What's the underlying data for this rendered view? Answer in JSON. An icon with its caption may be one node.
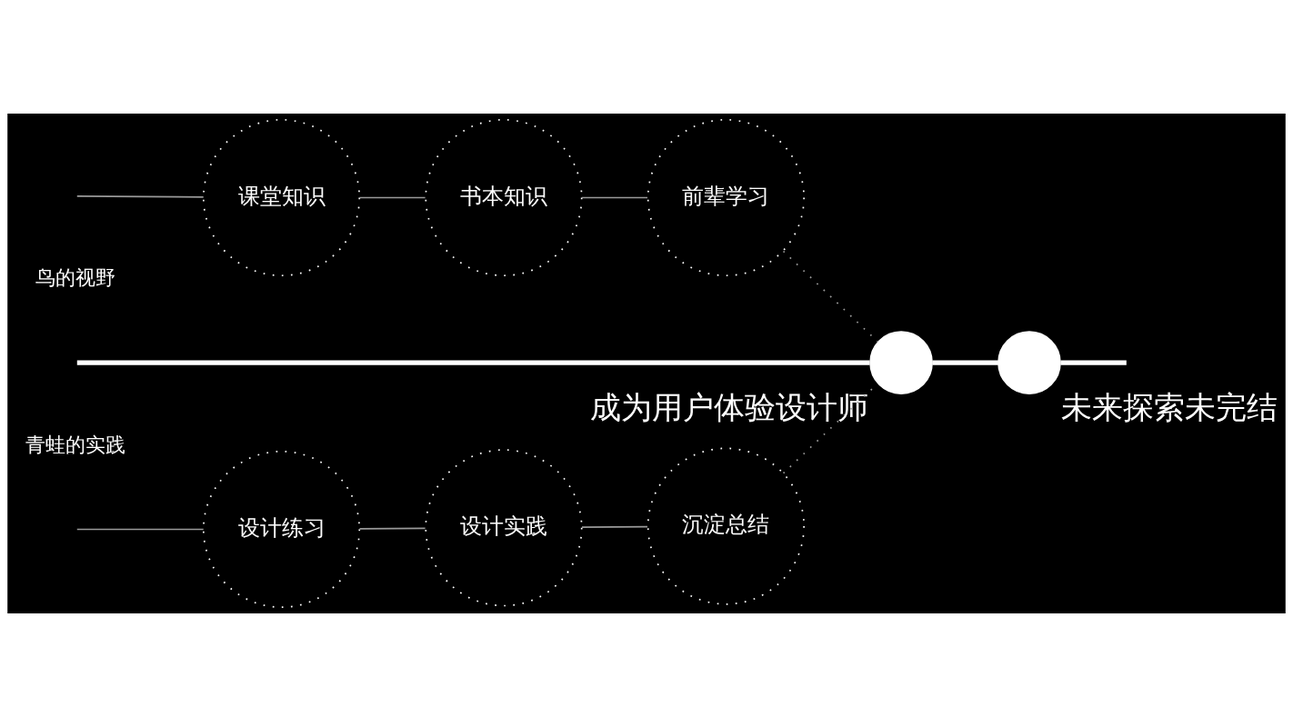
{
  "diagram": {
    "nodes": [
      {
        "text": [
          "课堂知识"
        ]
      },
      {
        "text": [
          "书本知识"
        ]
      },
      {
        "text": [
          "前辈学习"
        ]
      },
      {
        "text": [],
        "shape": "circle",
        "beside": [
          "成为用户体验设计师"
        ]
      },
      {
        "text": [],
        "shape": "circle",
        "beside": [
          "未来探索未完结"
        ]
      },
      {
        "text": [
          "沉淀总结"
        ]
      },
      {
        "text": [
          "设计实践"
        ]
      },
      {
        "text": [
          "设计练习"
        ]
      }
    ],
    "edges": [
      {
        "from": null,
        "to": 0,
        "arrow": "none"
      },
      {
        "from": 0,
        "to": 1,
        "arrow": "none"
      },
      {
        "from": 1,
        "to": 2,
        "arrow": "none"
      },
      {
        "from": 2,
        "to": 3,
        "arrow": "none",
        "style": "dashed"
      },
      {
        "from": null,
        "to": 3,
        "arrow": "none",
        "style": "thick",
        "color": "#ffffff"
      },
      {
        "from": 3,
        "to": 4,
        "arrow": "none",
        "style": "thick",
        "color": "#ffffff"
      },
      {
        "from": 4,
        "to": null,
        "arrow": "none",
        "style": "thick",
        "color": "#ffffff"
      },
      {
        "from": null,
        "to": 7,
        "arrow": "none"
      },
      {
        "from": 7,
        "to": 6,
        "arrow": "none"
      },
      {
        "from": 6,
        "to": 5,
        "arrow": "none"
      },
      {
        "from": 5,
        "to": 3,
        "arrow": "none",
        "style": "dashed"
      }
    ],
    "labels": [
      "鸟的视野",
      "青蛙的实践"
    ]
  }
}
